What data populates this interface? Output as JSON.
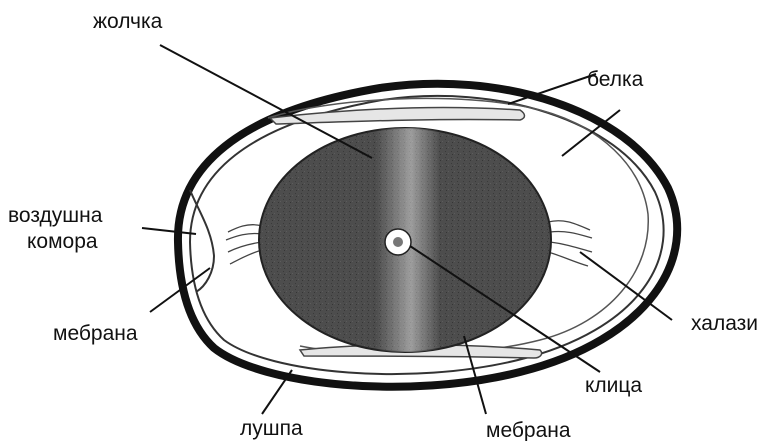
{
  "diagram": {
    "labels": {
      "zholchka": "жолчка",
      "belka": "белка",
      "vozdushna": "воздушна",
      "komora": "комора",
      "mebrana_left": "мебрана",
      "halazi": "халази",
      "klica": "клица",
      "lushpa": "лушпа",
      "mebrana_bottom": "мебрана"
    }
  }
}
